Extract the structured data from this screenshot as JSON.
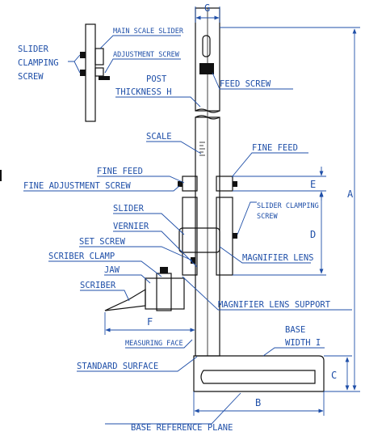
{
  "diagram": {
    "inset_labels": {
      "slider_clamping_screw": [
        "SLIDER",
        "CLAMPING",
        "SCREW"
      ],
      "main_scale_slider": "MAIN SCALE SLIDER",
      "adjustment_screw": "ADJUSTMENT SCREW"
    },
    "labels": {
      "post_thickness": [
        "POST",
        "THICKNESS H"
      ],
      "feed_screw": "FEED SCREW",
      "scale": "SCALE",
      "fine_feed_left": "FINE FEED",
      "fine_feed_right": "FINE FEED",
      "fine_adjustment_screw": "FINE ADJUSTMENT SCREW",
      "slider_clamping_screw_right": [
        "SLIDER CLAMPING",
        "SCREW"
      ],
      "slider": "SLIDER",
      "vernier": "VERNIER",
      "set_screw": "SET SCREW",
      "scriber_clamp": "SCRIBER CLAMP",
      "jaw": "JAW",
      "scriber": "SCRIBER",
      "magnifier_lens": "MAGNIFIER LENS",
      "magnifier_lens_support": "MAGNIFIER LENS SUPPORT",
      "measuring_face": "MEASURING FACE",
      "standard_surface": "STANDARD SURFACE",
      "base_width": [
        "BASE",
        "WIDTH I"
      ],
      "base_reference_plane": "BASE REFERENCE PLANE"
    },
    "dimensions": {
      "g": "G",
      "a": "A",
      "b": "B",
      "c": "C",
      "d": "D",
      "e": "E",
      "f": "F"
    }
  }
}
